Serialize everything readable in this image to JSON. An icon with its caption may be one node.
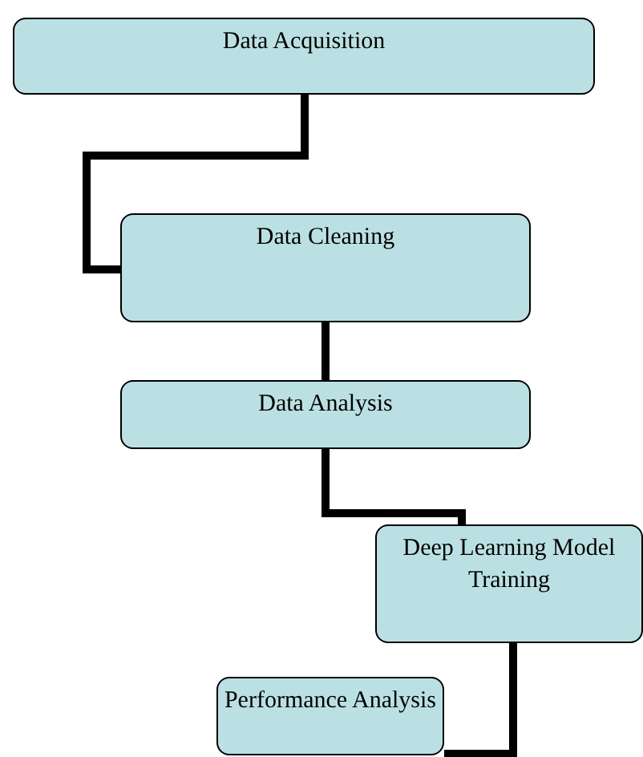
{
  "diagram": {
    "nodes": [
      {
        "text": [
          "Data Acquisition"
        ]
      },
      {
        "text": [
          "Data Cleaning"
        ]
      },
      {
        "text": [
          "Data Analysis"
        ]
      },
      {
        "text": [
          "Deep Learning Model Training"
        ]
      },
      {
        "text": [
          "Performance Analysis"
        ]
      }
    ],
    "edges": [
      {
        "from": 0,
        "to": 1,
        "arrow": "none"
      },
      {
        "from": 1,
        "to": 2,
        "arrow": "none"
      },
      {
        "from": 2,
        "to": 3,
        "arrow": "none"
      },
      {
        "from": 3,
        "to": 4,
        "arrow": "none"
      }
    ]
  }
}
